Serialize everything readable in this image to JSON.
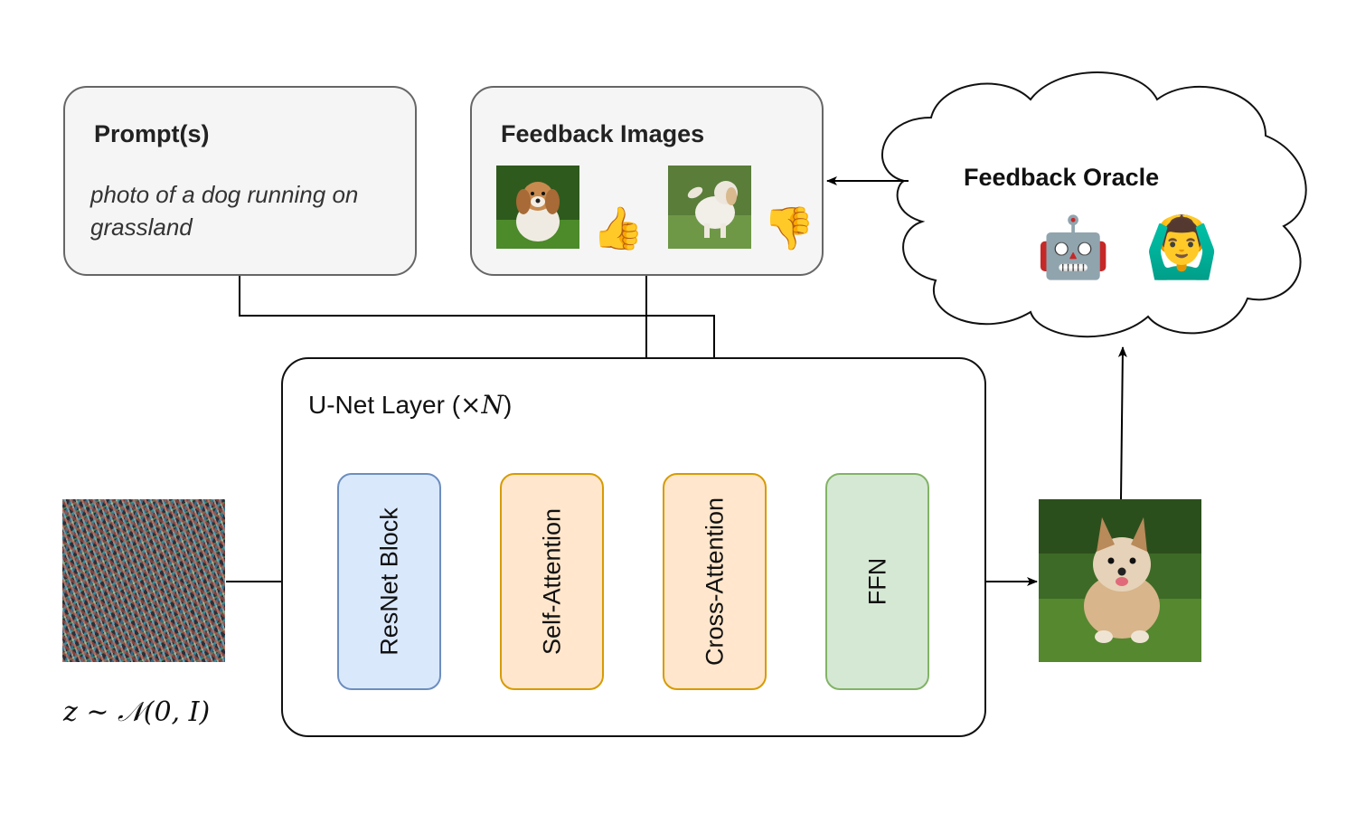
{
  "prompt_box": {
    "title": "Prompt(s)",
    "text": "photo of a dog running on grassland"
  },
  "feedback_images_box": {
    "title": "Feedback Images",
    "positive_icon": "👍",
    "negative_icon": "👎"
  },
  "feedback_oracle": {
    "title": "Feedback Oracle",
    "robot_icon": "🤖",
    "human_icon": "🙆‍♂️"
  },
  "unet": {
    "title": "U-Net Layer (",
    "title_math": "×N",
    "title_close": ")",
    "blocks": [
      "ResNet Block",
      "Self-Attention",
      "Cross-Attention",
      "FFN"
    ]
  },
  "noise_formula": "z ∼ 𝒩(0, I)",
  "colors": {
    "resnet_fill": "#dae8fc",
    "resnet_border": "#6c8ebf",
    "attention_fill": "#ffe6cc",
    "attention_border": "#d79b00",
    "ffn_fill": "#d5e8d4",
    "ffn_border": "#82b366"
  }
}
